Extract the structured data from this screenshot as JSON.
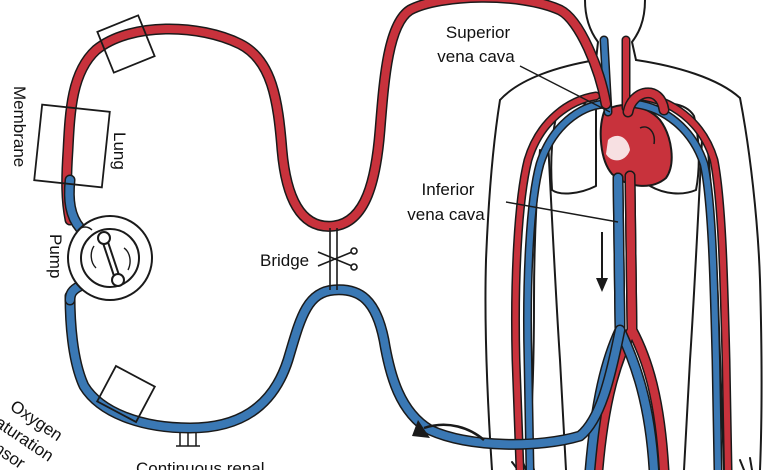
{
  "labels": {
    "superior_vena_cava_1": "Superior",
    "superior_vena_cava_2": "vena cava",
    "inferior_vena_cava_1": "Inferior",
    "inferior_vena_cava_2": "vena cava",
    "bridge": "Bridge",
    "pump": "Pump",
    "membrane": "Membrane",
    "lung": "Lung",
    "oxygen_1": "Oxygen",
    "oxygen_2": "saturation",
    "oxygen_3": "sensor",
    "renal": "Continuous renal"
  },
  "colors": {
    "arterial": "#c8323c",
    "venous": "#3a78b4",
    "outline": "#1a1a1a"
  }
}
